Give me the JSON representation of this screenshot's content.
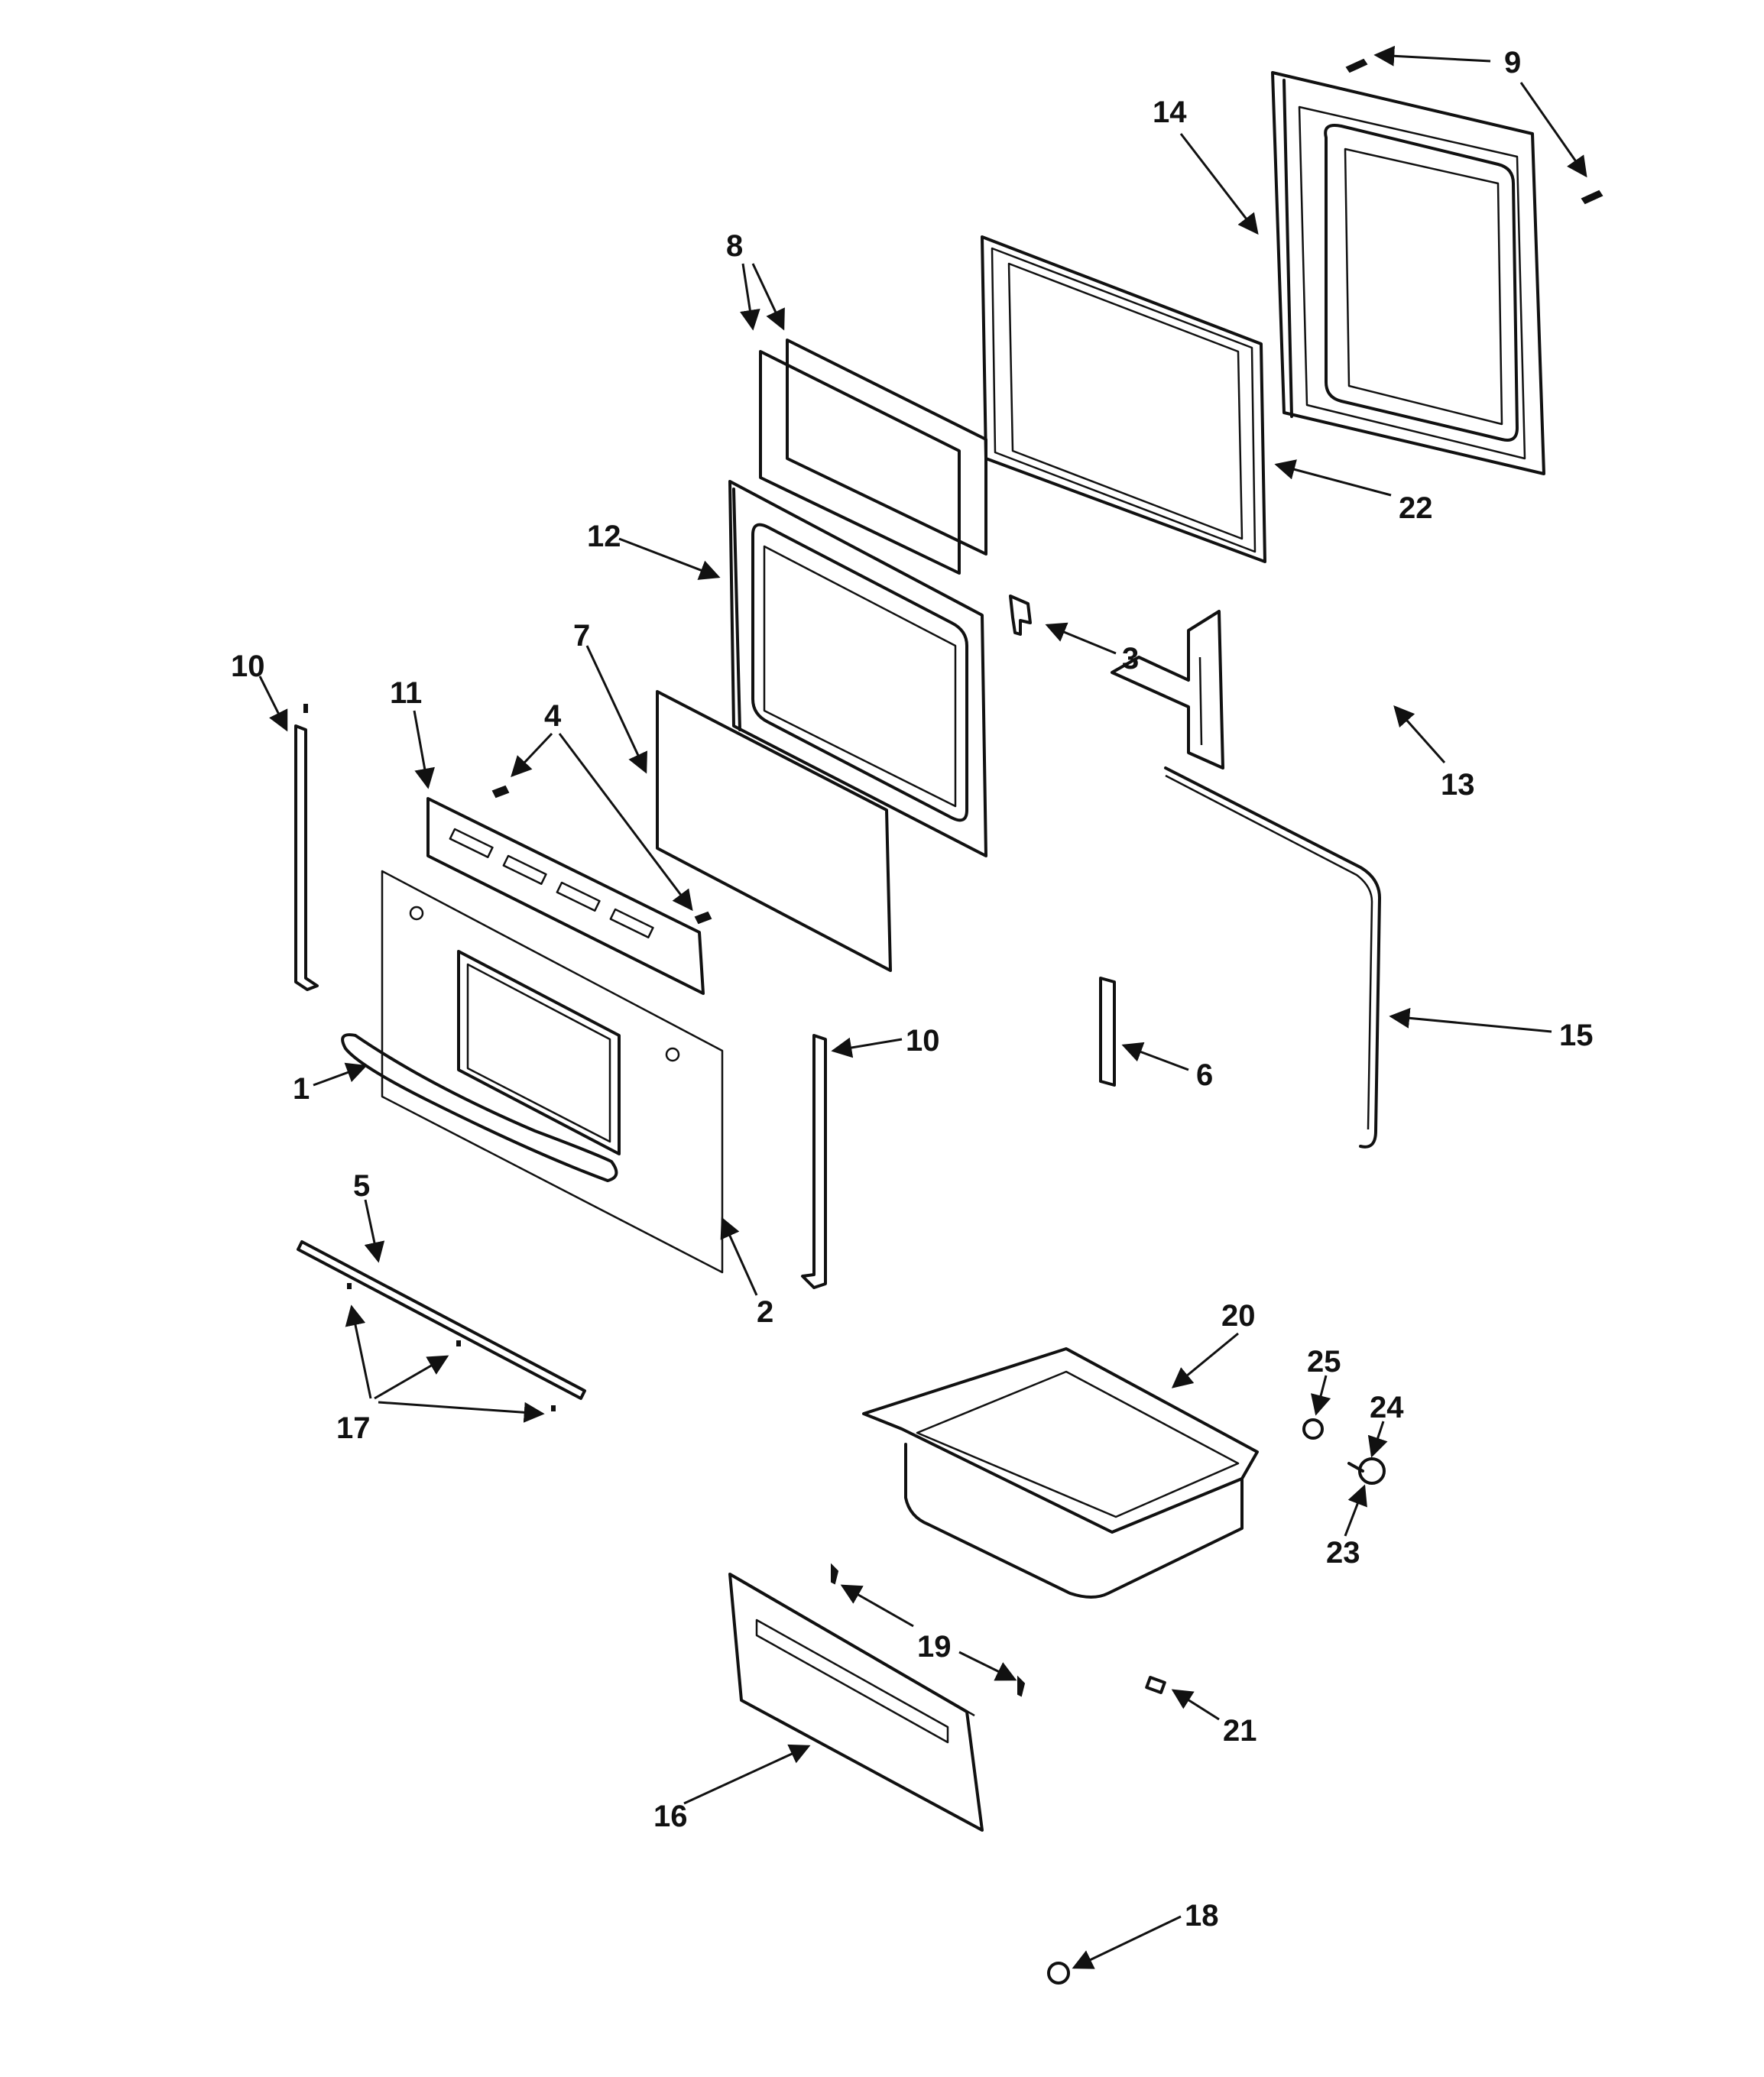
{
  "callouts": {
    "c1": "1",
    "c2": "2",
    "c3": "3",
    "c4": "4",
    "c5": "5",
    "c6": "6",
    "c7": "7",
    "c8": "8",
    "c9": "9",
    "c10a": "10",
    "c10b": "10",
    "c11": "11",
    "c12": "12",
    "c13": "13",
    "c14": "14",
    "c15": "15",
    "c16": "16",
    "c17": "17",
    "c18": "18",
    "c19": "19",
    "c20": "20",
    "c21": "21",
    "c22": "22",
    "c23": "23",
    "c24": "24",
    "c25": "25"
  },
  "colors": {
    "line": "#111111",
    "background": "#ffffff"
  }
}
